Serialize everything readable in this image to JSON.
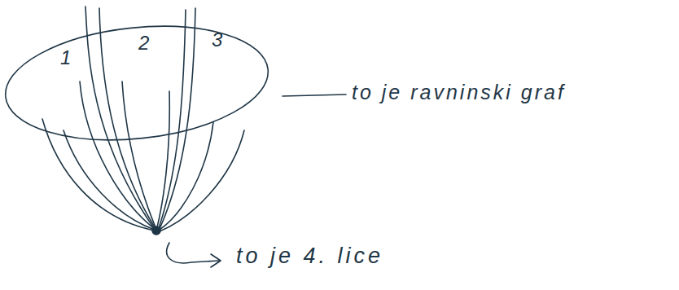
{
  "diagram": {
    "labels": [
      "1",
      "2",
      "3",
      "to je ravninski graf",
      "to je 4. lice"
    ]
  }
}
